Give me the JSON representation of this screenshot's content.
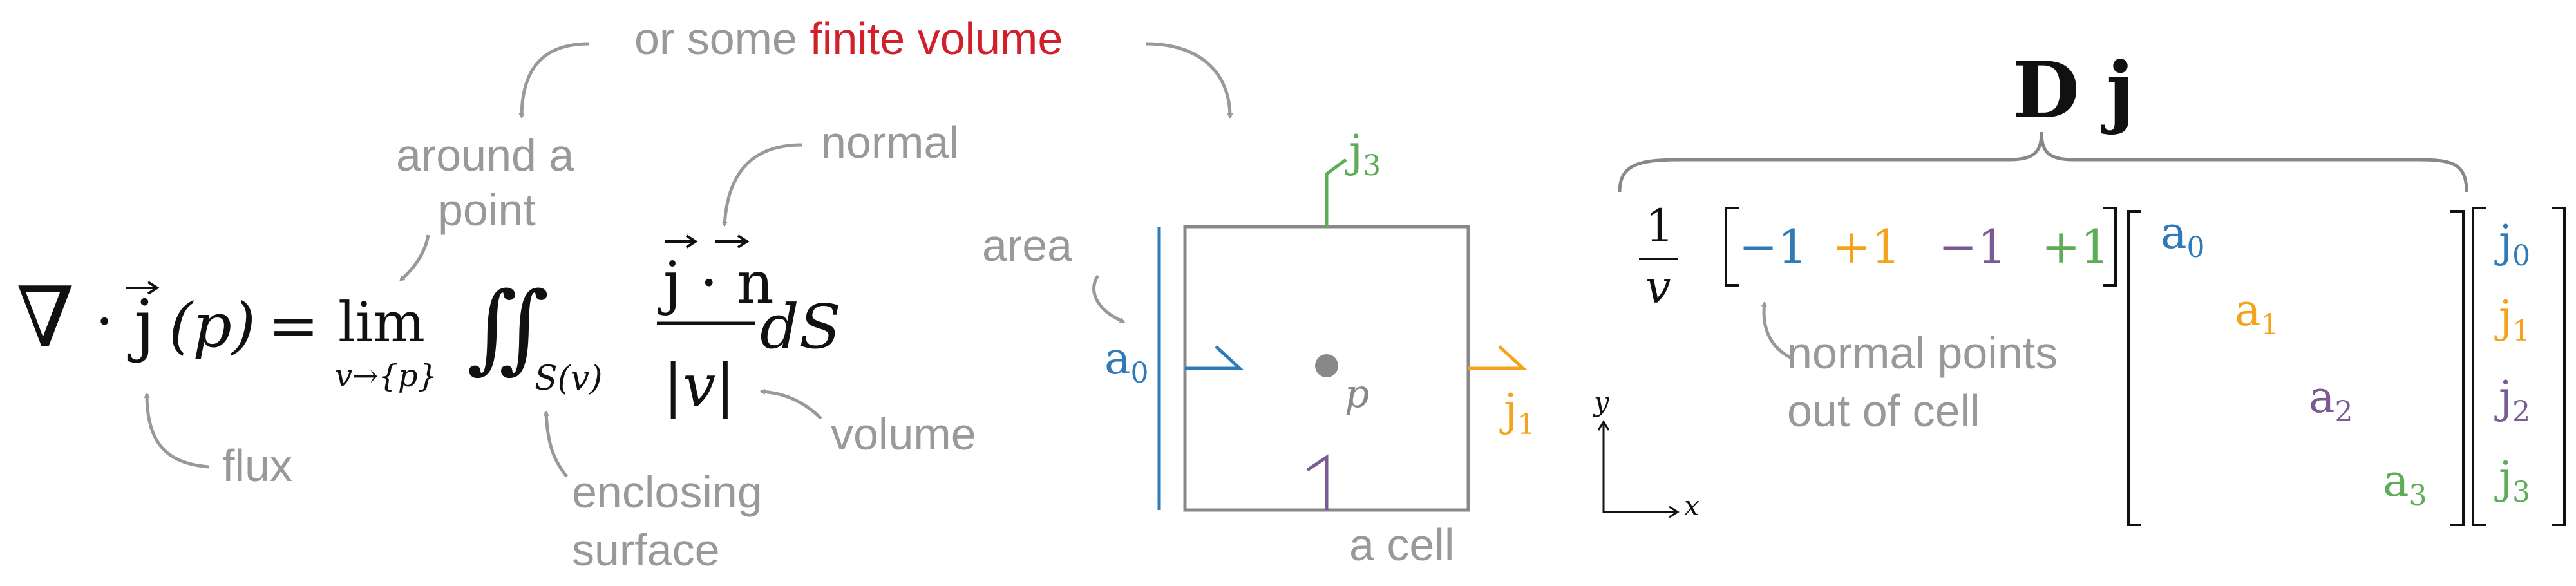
{
  "colors": {
    "annotation_gray": "#999999",
    "ink": "#111111",
    "accent_red": "#d0212b",
    "blue": "#2f7ab8",
    "orange": "#f3a41c",
    "purple": "#7a5a93",
    "green": "#5eab58"
  },
  "header": {
    "prefix": "or some ",
    "highlight": "finite volume"
  },
  "formula": {
    "nabla": "∇",
    "dot": "·",
    "j": "j",
    "p_arg": "(p)",
    "equals": "=",
    "lim": "lim",
    "lim_sub": "v→{p}",
    "integral": "∬",
    "surface_sub": "S(v)",
    "numerator": "j · n",
    "denominator": "|v|",
    "dS": "dS"
  },
  "annotations": {
    "around_a": "around a",
    "point": "point",
    "normal": "normal",
    "flux": "flux",
    "enclosing": "enclosing",
    "surface": "surface",
    "volume": "volume",
    "area": "area",
    "a_cell": "a cell",
    "normal_points": "normal points",
    "out_of_cell": "out of cell"
  },
  "cell": {
    "center_label": "p",
    "a0": "a",
    "j1": "j",
    "j3": "j",
    "axis_x": "x",
    "axis_y": "y"
  },
  "operator": {
    "title": "D j",
    "frac_num": "1",
    "frac_den": "v",
    "row_entries": [
      "−1",
      "+1",
      "−1",
      "+1"
    ],
    "diag_entries": [
      "a",
      "a",
      "a",
      "a"
    ],
    "j_entries": [
      "j",
      "j",
      "j",
      "j"
    ],
    "subscripts": [
      "0",
      "1",
      "2",
      "3"
    ]
  }
}
